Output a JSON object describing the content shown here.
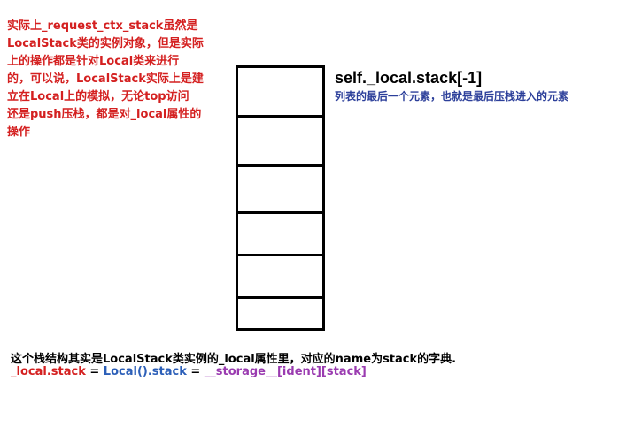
{
  "annotation": {
    "text": "实际上_request_ctx_stack虽然是\nLocalStack类的实例对象，但是实际\n上的操作都是针对Local类来进行\n的，可以说，LocalStack实际上是建\n立在Local上的模拟，无论top访问\n还是push压栈，都是对_local属性的\n操作"
  },
  "stack_top": {
    "label": "self._local.stack[-1]",
    "caption": "列表的最后一个元素，也就是最后压栈进入的元素"
  },
  "summary": {
    "text": "这个栈结构其实是LocalStack类实例的_local属性里，对应的name为stack的字典.",
    "equation": {
      "term1": "_local.stack",
      "op1": " = ",
      "term2": "Local().stack",
      "op2": " = ",
      "term3": "__storage__[ident][stack]"
    }
  },
  "colors": {
    "annotation": "#d42020",
    "caption": "#2c3f9a",
    "term1": "#d42020",
    "term2": "#2c5fb8",
    "term3": "#9a3bb0"
  }
}
